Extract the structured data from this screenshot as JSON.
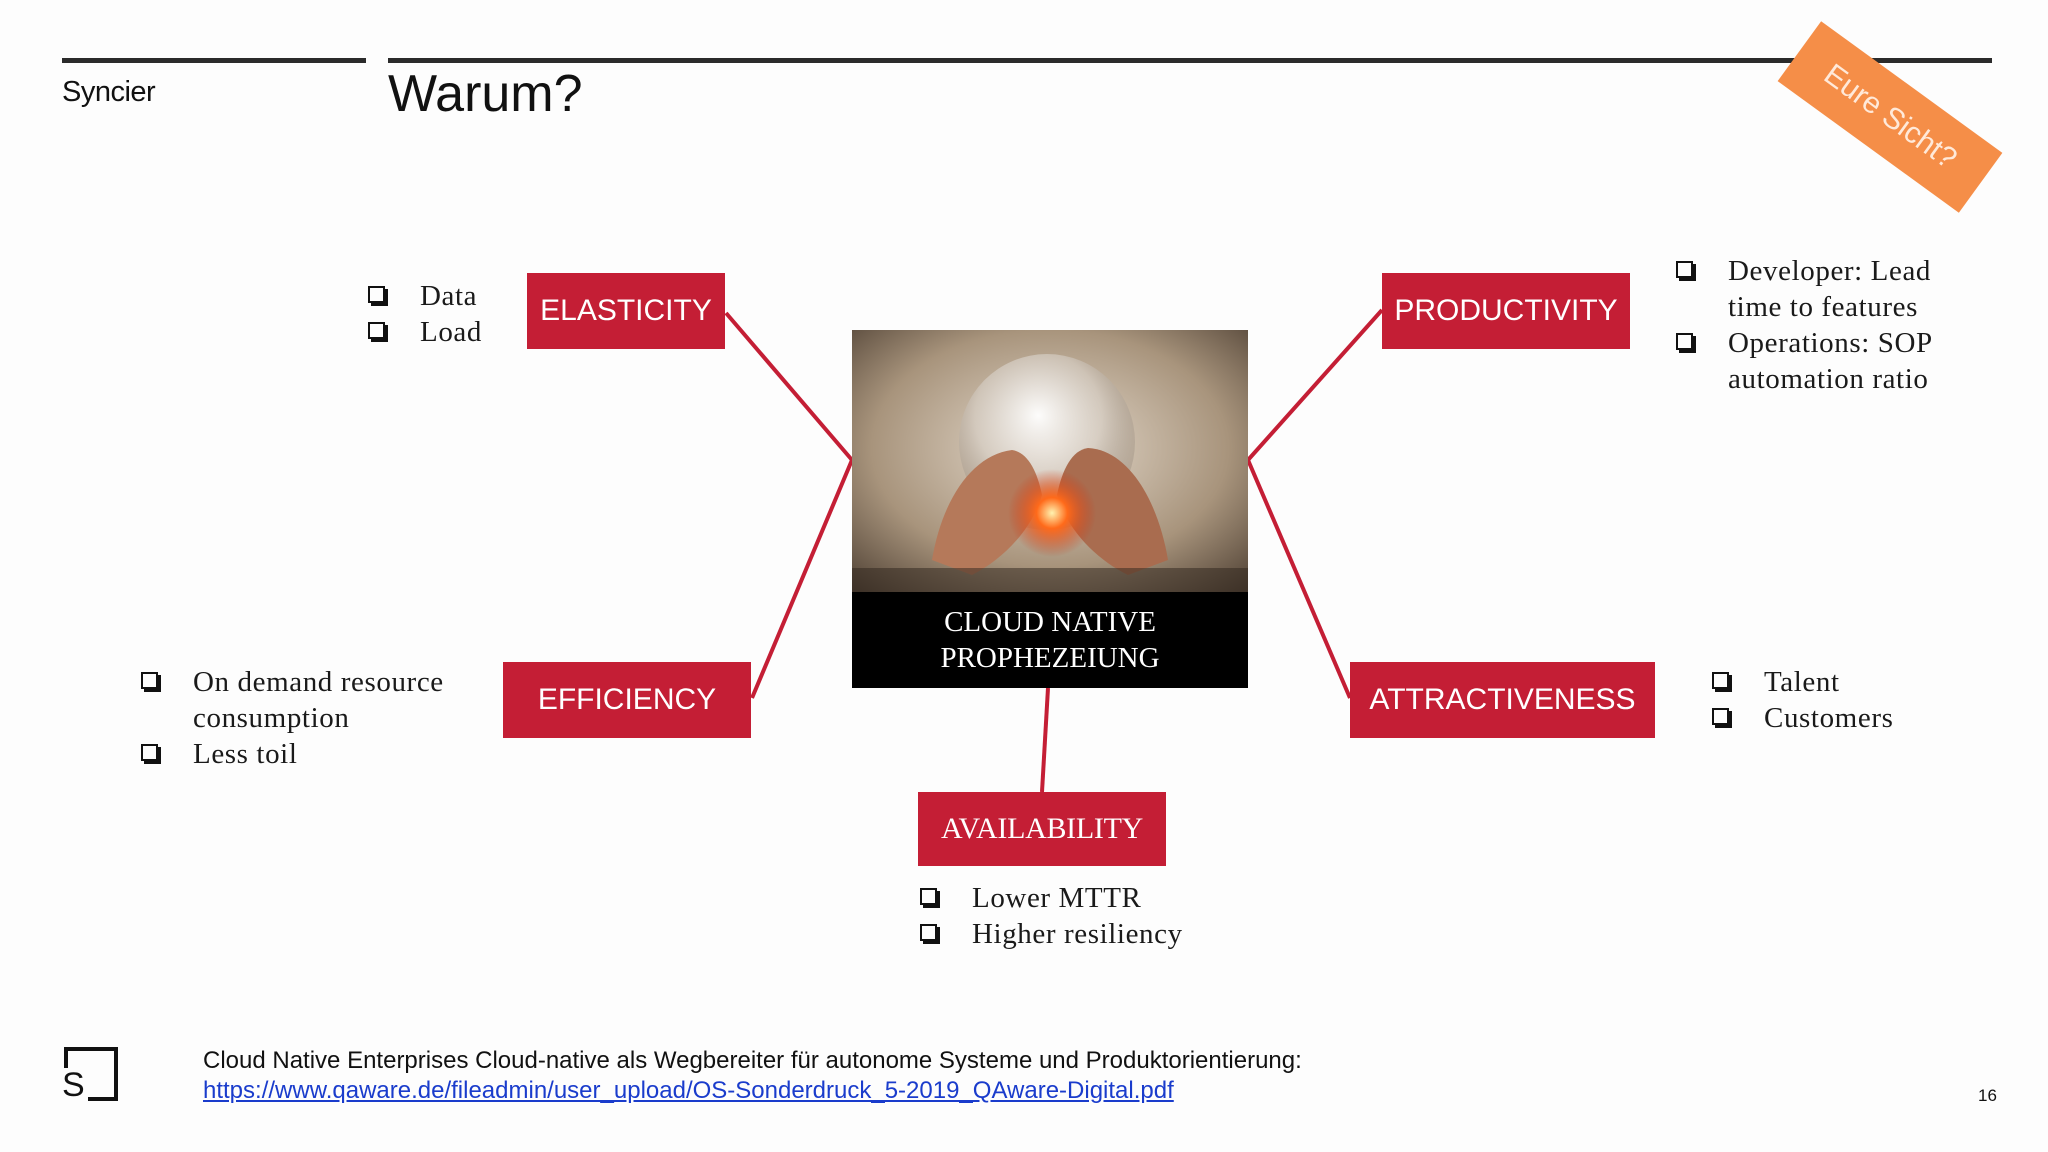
{
  "header": {
    "brand": "Syncier",
    "title": "Warum?"
  },
  "sticker": {
    "text": "Eure Sicht?"
  },
  "center": {
    "caption_line1": "CLOUD NATIVE",
    "caption_line2": "PROPHEZEIUNG"
  },
  "pillars": {
    "elasticity": {
      "label": "ELASTICITY",
      "bullets": [
        "Data",
        "Load"
      ]
    },
    "productivity": {
      "label": "PRODUCTIVITY",
      "bullets": [
        "Developer: Lead time to features",
        "Operations: SOP automation ratio"
      ]
    },
    "efficiency": {
      "label": "EFFICIENCY",
      "bullets": [
        "On demand resource consumption",
        "Less toil"
      ]
    },
    "attractiveness": {
      "label": "ATTRACTIVENESS",
      "bullets": [
        "Talent",
        "Customers"
      ]
    },
    "availability": {
      "label": "AVAILABILITY",
      "bullets": [
        "Lower MTTR",
        "Higher resiliency"
      ]
    }
  },
  "footer": {
    "logo_letter": "S",
    "reference": "Cloud Native Enterprises Cloud-native als Wegbereiter für autonome Systeme und Produktorientierung:",
    "link": "https://www.qaware.de/fileadmin/user_upload/OS-Sonderdruck_5-2019_QAware-Digital.pdf",
    "page_number": "16"
  },
  "colors": {
    "accent": "#c41e35",
    "sticker": "#f58e48",
    "link": "#1a3ccc"
  }
}
